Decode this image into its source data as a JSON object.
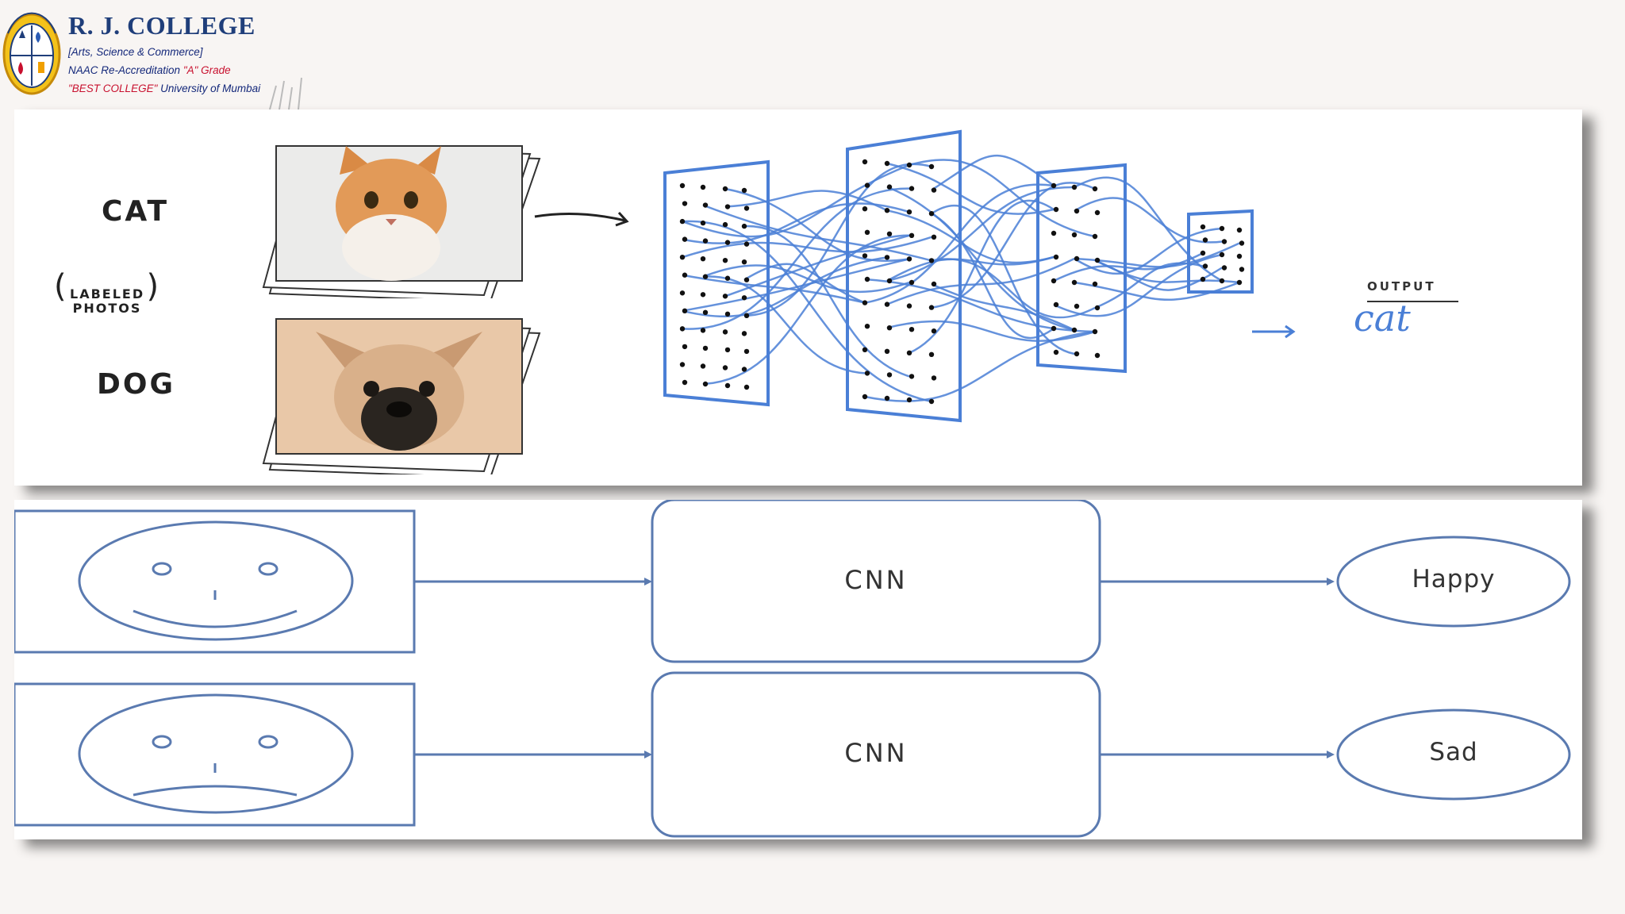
{
  "header": {
    "college_name": "R. J. COLLEGE",
    "line1": "[Arts, Science & Commerce]",
    "line2_prefix": "NAAC Re-Accreditation ",
    "line2_grade": "\"A\" Grade",
    "line3_best": "\"BEST COLLEGE\"",
    "line3_suffix": " University of Mumbai"
  },
  "top_diagram": {
    "cat_label": "CAT",
    "labeled_line1": "LABELED",
    "labeled_line2": "PHOTOS",
    "dog_label": "DOG",
    "output_label": "OUTPUT",
    "output_value": "cat"
  },
  "bottom_diagram": {
    "rows": [
      {
        "face": "happy",
        "model_label": "CNN",
        "result": "Happy"
      },
      {
        "face": "sad",
        "model_label": "CNN",
        "result": "Sad"
      }
    ]
  },
  "colors": {
    "diagram_blue": "#4a7fd6",
    "flow_blue": "#5a7ab0",
    "college_blue": "#1f3e7a",
    "accent_red": "#c8102e"
  }
}
